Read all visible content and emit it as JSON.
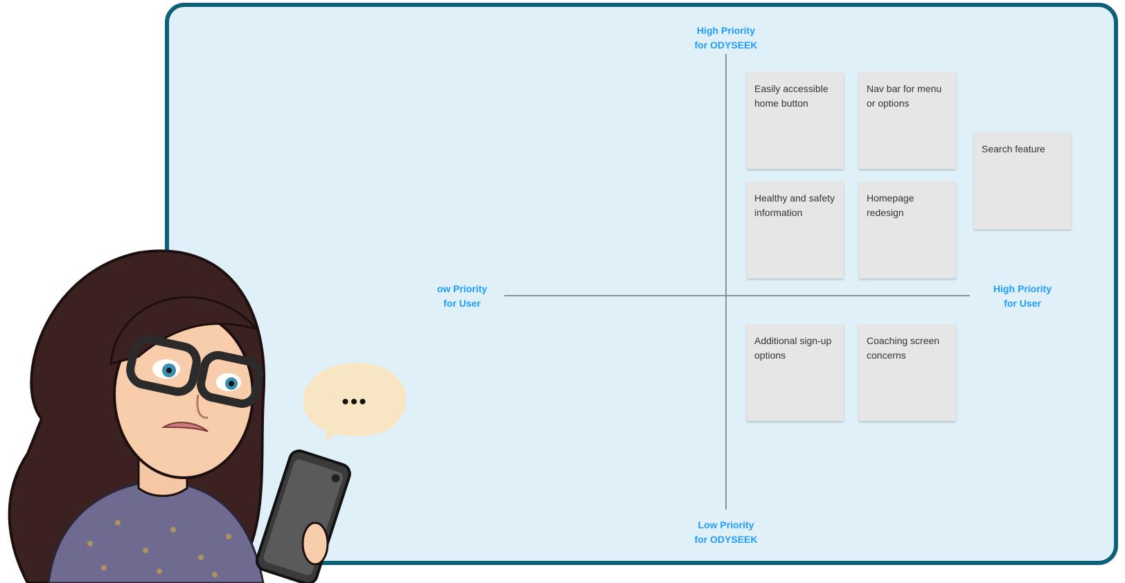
{
  "labels": {
    "top": "High Priority\nfor ODYSEEK",
    "bottom": "Low Priority\nfor ODYSEEK",
    "left": "ow Priority\nfor User",
    "right": "High Priority\nfor User"
  },
  "notes": [
    "Easily accessible home button",
    "Nav bar for menu or options",
    "Search feature",
    "Healthy and safety information",
    "Homepage redesign",
    "Additional sign-up options",
    "Coaching screen concerns"
  ],
  "speech_bubble": "•••",
  "colors": {
    "board_bg": "#dff0f8",
    "board_border": "#0e5f7a",
    "label": "#1f9bff",
    "sticky": "#e6e6e6"
  }
}
